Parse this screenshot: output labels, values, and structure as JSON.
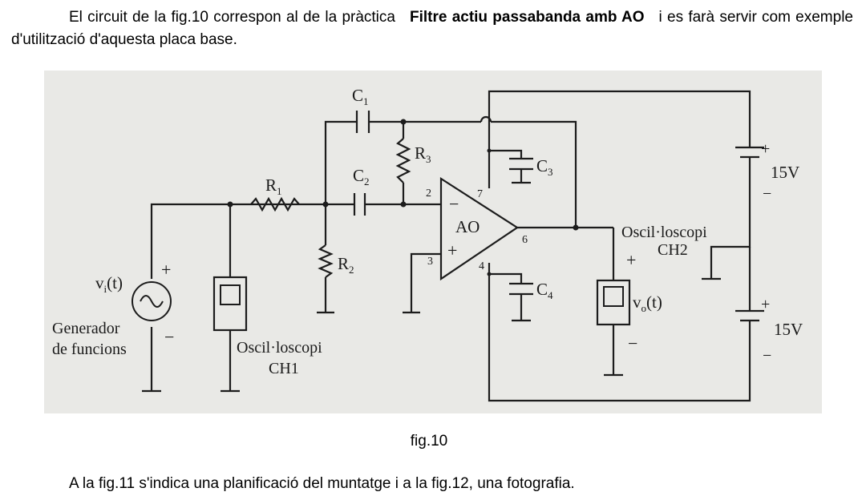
{
  "intro": {
    "text_before": "El circuit de la fig.10 correspon al de la pràctica",
    "practice_title": "Filtre actiu passabanda amb AO",
    "text_after": "i es farà servir com exemple d'utilització d'aquesta placa base."
  },
  "figure": {
    "caption": "fig.10",
    "labels": {
      "c1": "C",
      "c1_sub": "1",
      "c2": "C",
      "c2_sub": "2",
      "c3": "C",
      "c3_sub": "3",
      "c4": "C",
      "c4_sub": "4",
      "r1": "R",
      "r1_sub": "1",
      "r2": "R",
      "r2_sub": "2",
      "r3": "R",
      "r3_sub": "3",
      "opamp": "AO",
      "pin2": "2",
      "pin3": "3",
      "pin4": "4",
      "pin6": "6",
      "pin7": "7",
      "vi": "v",
      "vi_sub": "i",
      "vi_arg": "(t)",
      "vo": "v",
      "vo_sub": "o",
      "vo_arg": "(t)",
      "generator_line1": "Generador",
      "generator_line2": "de funcions",
      "osc1_line1": "Oscil·loscopi",
      "osc1_line2": "CH1",
      "osc2_line1": "Oscil·loscopi",
      "osc2_line2": "CH2",
      "supply_top": "15V",
      "supply_bottom": "15V",
      "plus": "+",
      "minus": "−"
    }
  },
  "outro": {
    "text": "A la fig.11 s'indica una planificació del muntatge i a la fig.12, una fotografia."
  }
}
